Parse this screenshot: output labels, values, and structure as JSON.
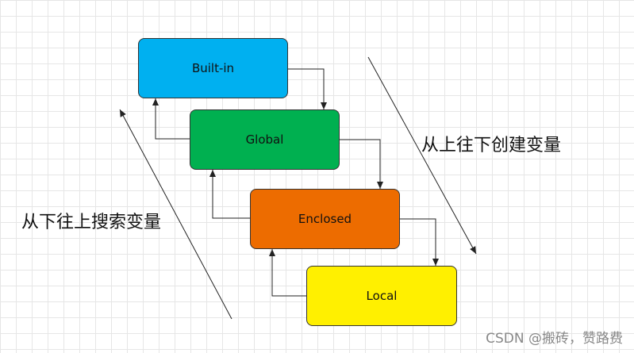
{
  "diagram": {
    "boxes": [
      {
        "id": "builtin",
        "label": "Built-in",
        "color": "#00b0f0"
      },
      {
        "id": "global",
        "label": "Global",
        "color": "#00b050"
      },
      {
        "id": "enclosed",
        "label": "Enclosed",
        "color": "#ed6c00"
      },
      {
        "id": "local",
        "label": "Local",
        "color": "#fff000"
      }
    ],
    "captions": {
      "top_down": "从上往下创建变量",
      "bottom_up": "从下往上搜索变量"
    }
  },
  "watermark": "CSDN @搬砖，赞路费"
}
